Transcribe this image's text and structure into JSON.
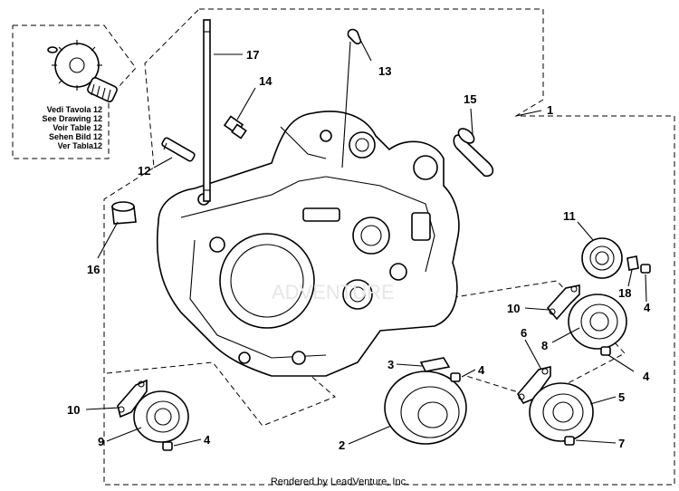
{
  "diagram": {
    "callouts": [
      "1",
      "2",
      "3",
      "4",
      "4",
      "4",
      "4",
      "4",
      "5",
      "6",
      "7",
      "8",
      "9",
      "10",
      "10",
      "11",
      "12",
      "13",
      "14",
      "15",
      "16",
      "17",
      "18"
    ],
    "see_drawing_notes": [
      "Vedi Tavola 12",
      "See Drawing 12",
      "Voir Table 12",
      "Sehen Bild 12",
      "Ver Tabla12"
    ],
    "watermark": "ADVENTURE"
  },
  "footer": {
    "text": "Rendered by LeadVenture, Inc."
  }
}
